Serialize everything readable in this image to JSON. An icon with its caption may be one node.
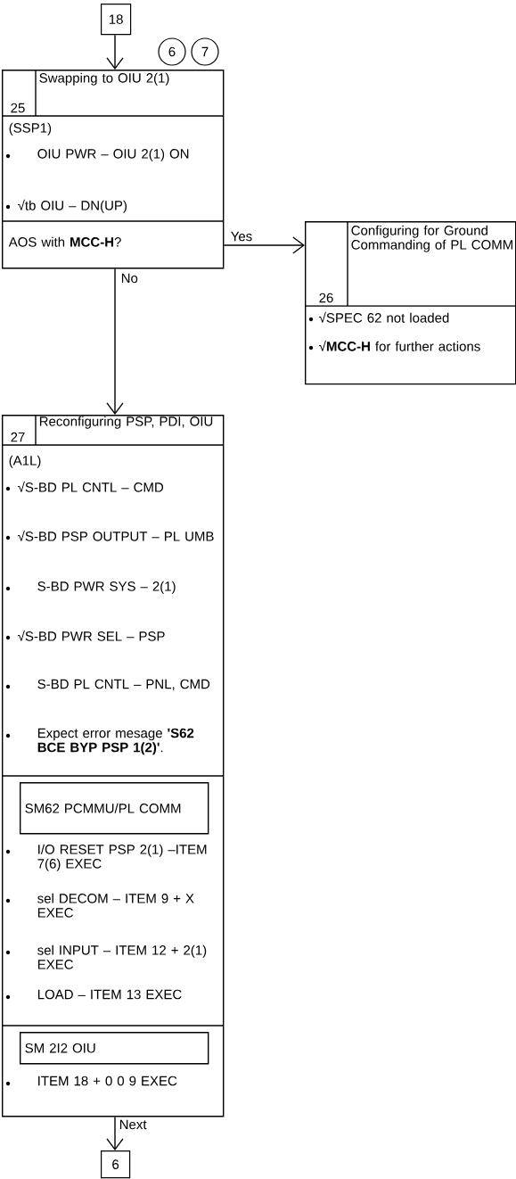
{
  "diagram": {
    "nodes": [
      {
        "text": [
          "18"
        ]
      },
      {
        "text": [
          "6"
        ]
      },
      {
        "text": [
          "7"
        ]
      },
      {
        "text": [
          "25",
          "Swapping to OIU 2(1)",
          "(SSP1)",
          "OIU PWR – OIU 2(1) ON",
          "√tb OIU – DN(UP)",
          "AOS with **MCC-H**?"
        ]
      },
      {
        "text": [
          "26",
          "Configuring for Ground Commanding of PL COMM",
          "√SPEC 62 not loaded",
          "√**MCC-H** for further actions"
        ]
      },
      {
        "text": [
          "27",
          "Reconfiguring PSP, PDI, OIU",
          "(A1L)",
          "√S-BD PL CNTL – CMD",
          "√S-BD PSP OUTPUT – PL UMB",
          "S-BD PWR SYS – 2(1)",
          "√S-BD PWR SEL – PSP",
          "S-BD PL CNTL – PNL, CMD",
          "Expect error mesage **'S62 BCE BYP PSP 1(2)'**.",
          "I/O RESET PSP 2(1) –ITEM 7(6) EXEC",
          "sel DECOM – ITEM 9 + X EXEC",
          "sel INPUT – ITEM 12 + 2(1) EXEC",
          "LOAD – ITEM 13 EXEC",
          "ITEM 18 + 0 0 9 EXEC"
        ]
      },
      {
        "text": [
          "SM62 PCMMU/PL COMM"
        ],
        "in": 5
      },
      {
        "text": [
          "SM 2I2 OIU"
        ],
        "in": 5
      },
      {
        "text": [
          "6"
        ]
      }
    ],
    "edges": [
      {
        "from": 0,
        "to": 3,
        "arrow": "to"
      },
      {
        "from": 3,
        "to": 4,
        "arrow": "to",
        "label": "Yes"
      },
      {
        "from": 3,
        "to": 5,
        "arrow": "to",
        "label": "No"
      },
      {
        "from": 5,
        "to": 8,
        "arrow": "to",
        "label": "Next"
      }
    ]
  }
}
